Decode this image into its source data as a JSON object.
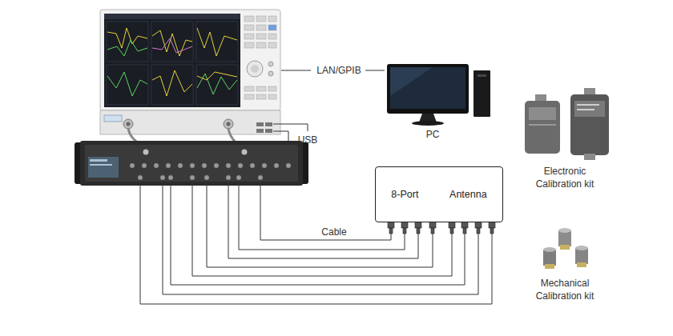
{
  "diagram": {
    "nodes": [
      {
        "text": [
          "8-Port",
          "Antenna"
        ]
      }
    ],
    "labels": [
      "LAN/GPIB",
      "PC",
      "USB",
      "Cable",
      "Electronic Calibration kit",
      "Mechanical Calibration kit"
    ]
  }
}
